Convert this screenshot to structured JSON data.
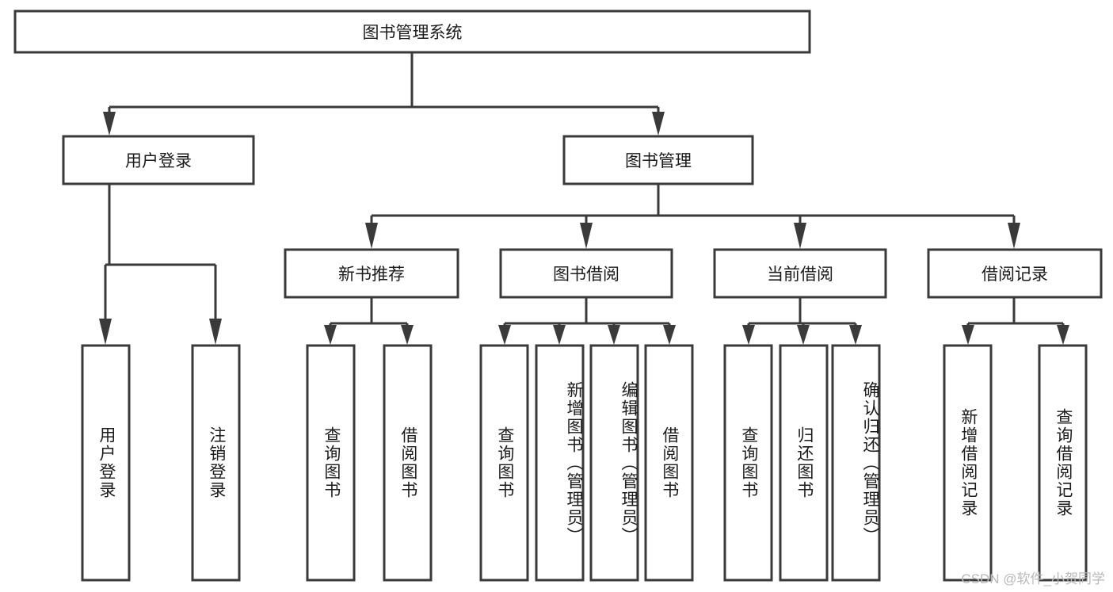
{
  "diagram": {
    "title": "图书管理系统",
    "watermark": "CSDN @软件_小贺同学",
    "type": "tree-hierarchy-chart",
    "orientation": "top-down",
    "colors": {
      "stroke": "#3a3a3a",
      "fill": "#ffffff",
      "text": "#1b1b1b",
      "watermark": "#b9b9b9",
      "background": "#ffffff"
    },
    "root": {
      "id": "root",
      "label": "图书管理系统",
      "text_orientation": "horizontal"
    },
    "level1": [
      {
        "id": "l1-0",
        "label": "用户登录",
        "text_orientation": "horizontal"
      },
      {
        "id": "l1-1",
        "label": "图书管理",
        "text_orientation": "horizontal"
      }
    ],
    "level2": [
      {
        "id": "l2-0",
        "label": "新书推荐",
        "parent": "l1-1",
        "text_orientation": "horizontal"
      },
      {
        "id": "l2-1",
        "label": "图书借阅",
        "parent": "l1-1",
        "text_orientation": "horizontal"
      },
      {
        "id": "l2-2",
        "label": "当前借阅",
        "parent": "l1-1",
        "text_orientation": "horizontal"
      },
      {
        "id": "l2-3",
        "label": "借阅记录",
        "parent": "l1-1",
        "text_orientation": "horizontal"
      }
    ],
    "leaves": [
      {
        "id": "lf-0",
        "label": "用户登录",
        "parent": "l1-0",
        "text_orientation": "vertical"
      },
      {
        "id": "lf-1",
        "label": "注销登录",
        "parent": "l1-0",
        "text_orientation": "vertical"
      },
      {
        "id": "lf-2",
        "label": "查询图书",
        "parent": "l2-0",
        "text_orientation": "vertical"
      },
      {
        "id": "lf-3",
        "label": "借阅图书",
        "parent": "l2-0",
        "text_orientation": "vertical"
      },
      {
        "id": "lf-4",
        "label": "查询图书",
        "parent": "l2-1",
        "text_orientation": "vertical"
      },
      {
        "id": "lf-5",
        "label": "新增图书（管理员）",
        "parent": "l2-1",
        "text_orientation": "vertical"
      },
      {
        "id": "lf-6",
        "label": "编辑图书（管理员）",
        "parent": "l2-1",
        "text_orientation": "vertical"
      },
      {
        "id": "lf-7",
        "label": "借阅图书",
        "parent": "l2-1",
        "text_orientation": "vertical"
      },
      {
        "id": "lf-8",
        "label": "查询图书",
        "parent": "l2-2",
        "text_orientation": "vertical"
      },
      {
        "id": "lf-9",
        "label": "归还图书",
        "parent": "l2-2",
        "text_orientation": "vertical"
      },
      {
        "id": "lf-10",
        "label": "确认归还（管理员）",
        "parent": "l2-2",
        "text_orientation": "vertical"
      },
      {
        "id": "lf-11",
        "label": "新增借阅记录",
        "parent": "l2-3",
        "text_orientation": "vertical"
      },
      {
        "id": "lf-12",
        "label": "查询借阅记录",
        "parent": "l2-3",
        "text_orientation": "vertical"
      }
    ]
  }
}
